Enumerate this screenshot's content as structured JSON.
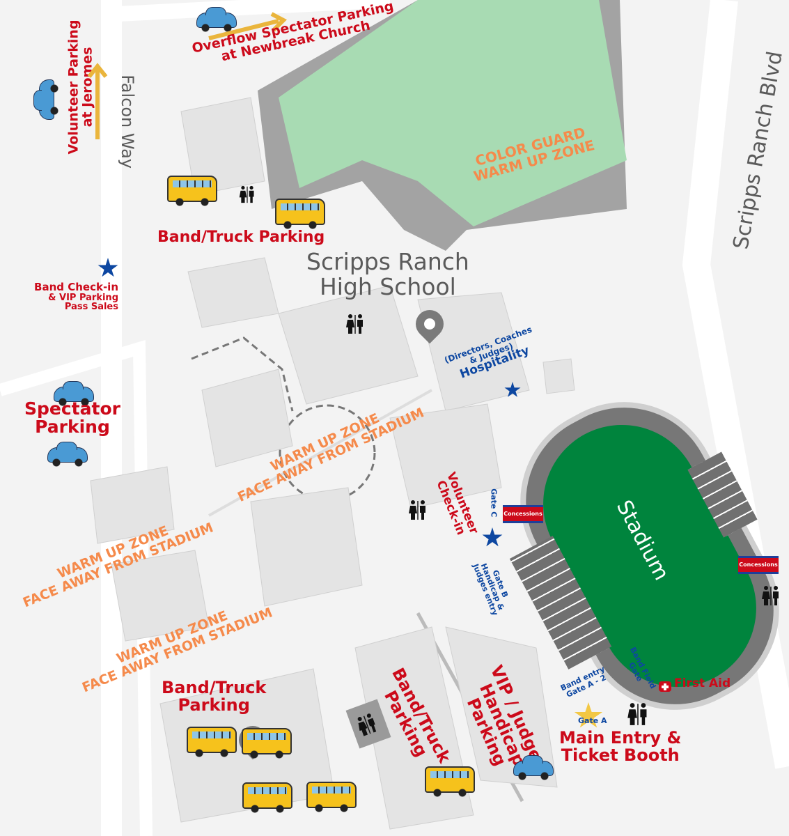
{
  "colors": {
    "label_red": "#cc0a1a",
    "warmup_orange": "#f58a4b",
    "gate_blue": "#0d47a1",
    "field_green": "#00843d",
    "colorguard_green": "#a8dbb3",
    "star_blue": "#0d47a1",
    "star_gold": "#f2c744"
  },
  "roads": {
    "falcon_way": "Falcon Way",
    "scripps_ranch_blvd": "Scripps Ranch Blvd"
  },
  "overflow_parking": {
    "line1": "Overflow Spectator Parking",
    "line2": "at Newbreak Church"
  },
  "volunteer_parking": {
    "line1": "Volunteer Parking",
    "line2": "at Jeromes"
  },
  "color_guard": {
    "line1": "COLOR GUARD",
    "line2": "WARM UP ZONE"
  },
  "band_truck_top": "Band/Truck Parking",
  "school": {
    "line1": "Scripps Ranch",
    "line2": "High School"
  },
  "band_checkin": {
    "line1": "Band Check-in",
    "line2": "& VIP Parking",
    "line3": "Pass Sales"
  },
  "hospitality": {
    "line1": "(Directors, Coaches",
    "line2": "& Judges)",
    "line3": "Hospitality"
  },
  "spectator_parking": {
    "line1": "Spectator",
    "line2": "Parking"
  },
  "warmup_zones": [
    {
      "line1": "WARM UP ZONE",
      "line2": "FACE AWAY FROM STADIUM"
    },
    {
      "line1": "WARM UP ZONE",
      "line2": "FACE AWAY FROM STADIUM"
    },
    {
      "line1": "WARM UP ZONE",
      "line2": "FACE AWAY FROM STADIUM"
    }
  ],
  "volunteer_checkin": {
    "line1": "Volunteer",
    "line2": "Check-in"
  },
  "gate_c": "Gate C",
  "gate_b": {
    "line1": "Gate B",
    "line2": "Handicap &",
    "line3": "Judges entry"
  },
  "concessions": [
    "Concessions",
    "Concessions"
  ],
  "stadium": "Stadium",
  "band_field_gate": {
    "line1": "Band Field",
    "line2": "Gate"
  },
  "band_entry": {
    "line1": "Band entry",
    "line2": "Gate A - 2"
  },
  "gate_a": "Gate A",
  "first_aid": "First Aid",
  "main_entry": {
    "line1": "Main Entry &",
    "line2": "Ticket Booth"
  },
  "band_truck_bottom_left": {
    "line1": "Band/Truck",
    "line2": "Parking"
  },
  "band_truck_bottom_center": {
    "line1": "Band/Truck",
    "line2": "Parking"
  },
  "vip_parking": {
    "line1": "VIP / Judges",
    "line2": "Handicap",
    "line3": "Parking"
  }
}
